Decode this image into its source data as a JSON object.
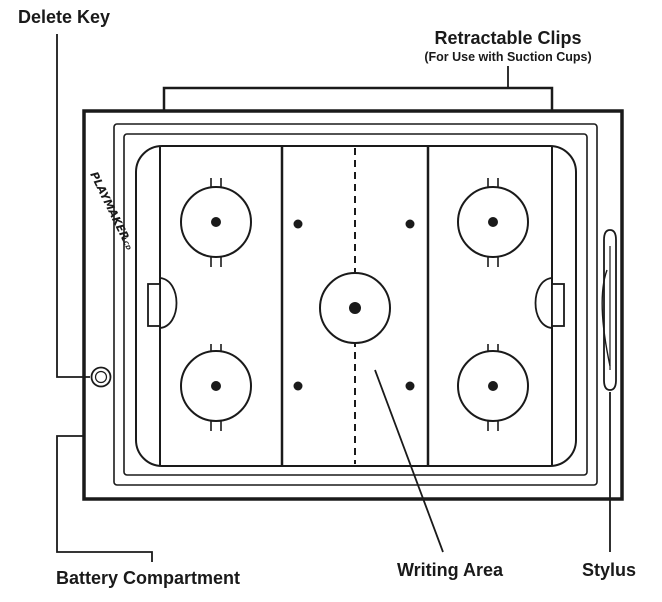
{
  "labels": {
    "delete_key": "Delete Key",
    "retractable_clips": "Retractable Clips",
    "retractable_clips_note": "(For Use with Suction Cups)",
    "battery_compartment": "Battery Compartment",
    "writing_area": "Writing Area",
    "stylus": "Stylus"
  },
  "device": {
    "logo_text": "PLAYMAKER",
    "logo_suffix": "LCD"
  },
  "colors": {
    "line": "#1a1a1a",
    "background": "#ffffff"
  }
}
